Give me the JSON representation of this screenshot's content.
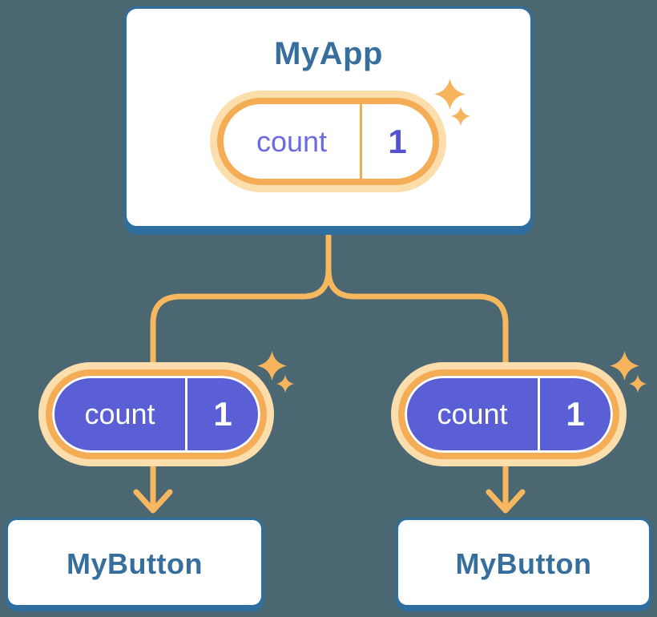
{
  "diagram": {
    "type": "component-tree",
    "root": {
      "title": "MyApp",
      "pill": {
        "label": "count",
        "value": "1"
      }
    },
    "children": [
      {
        "title": "MyButton",
        "pill": {
          "label": "count",
          "value": "1"
        }
      },
      {
        "title": "MyButton",
        "pill": {
          "label": "count",
          "value": "1"
        }
      }
    ]
  },
  "icons": {
    "sparkle": "sparkle-icon"
  },
  "colors": {
    "background": "#4B6872",
    "card_background": "#FFFFFF",
    "card_border": "#2F6F9F",
    "card_text": "#366E9E",
    "pill_halo": "#FBDEAC",
    "pill_ring": "#F4AC55",
    "pill_fill_child": "#5B5FD6",
    "pill_label_root": "#6B6BE0",
    "pill_value_root": "#5352CE",
    "pill_text_child": "#FFFFFF",
    "connector": "#F7B75E",
    "sparkle": "#F6B45C"
  }
}
